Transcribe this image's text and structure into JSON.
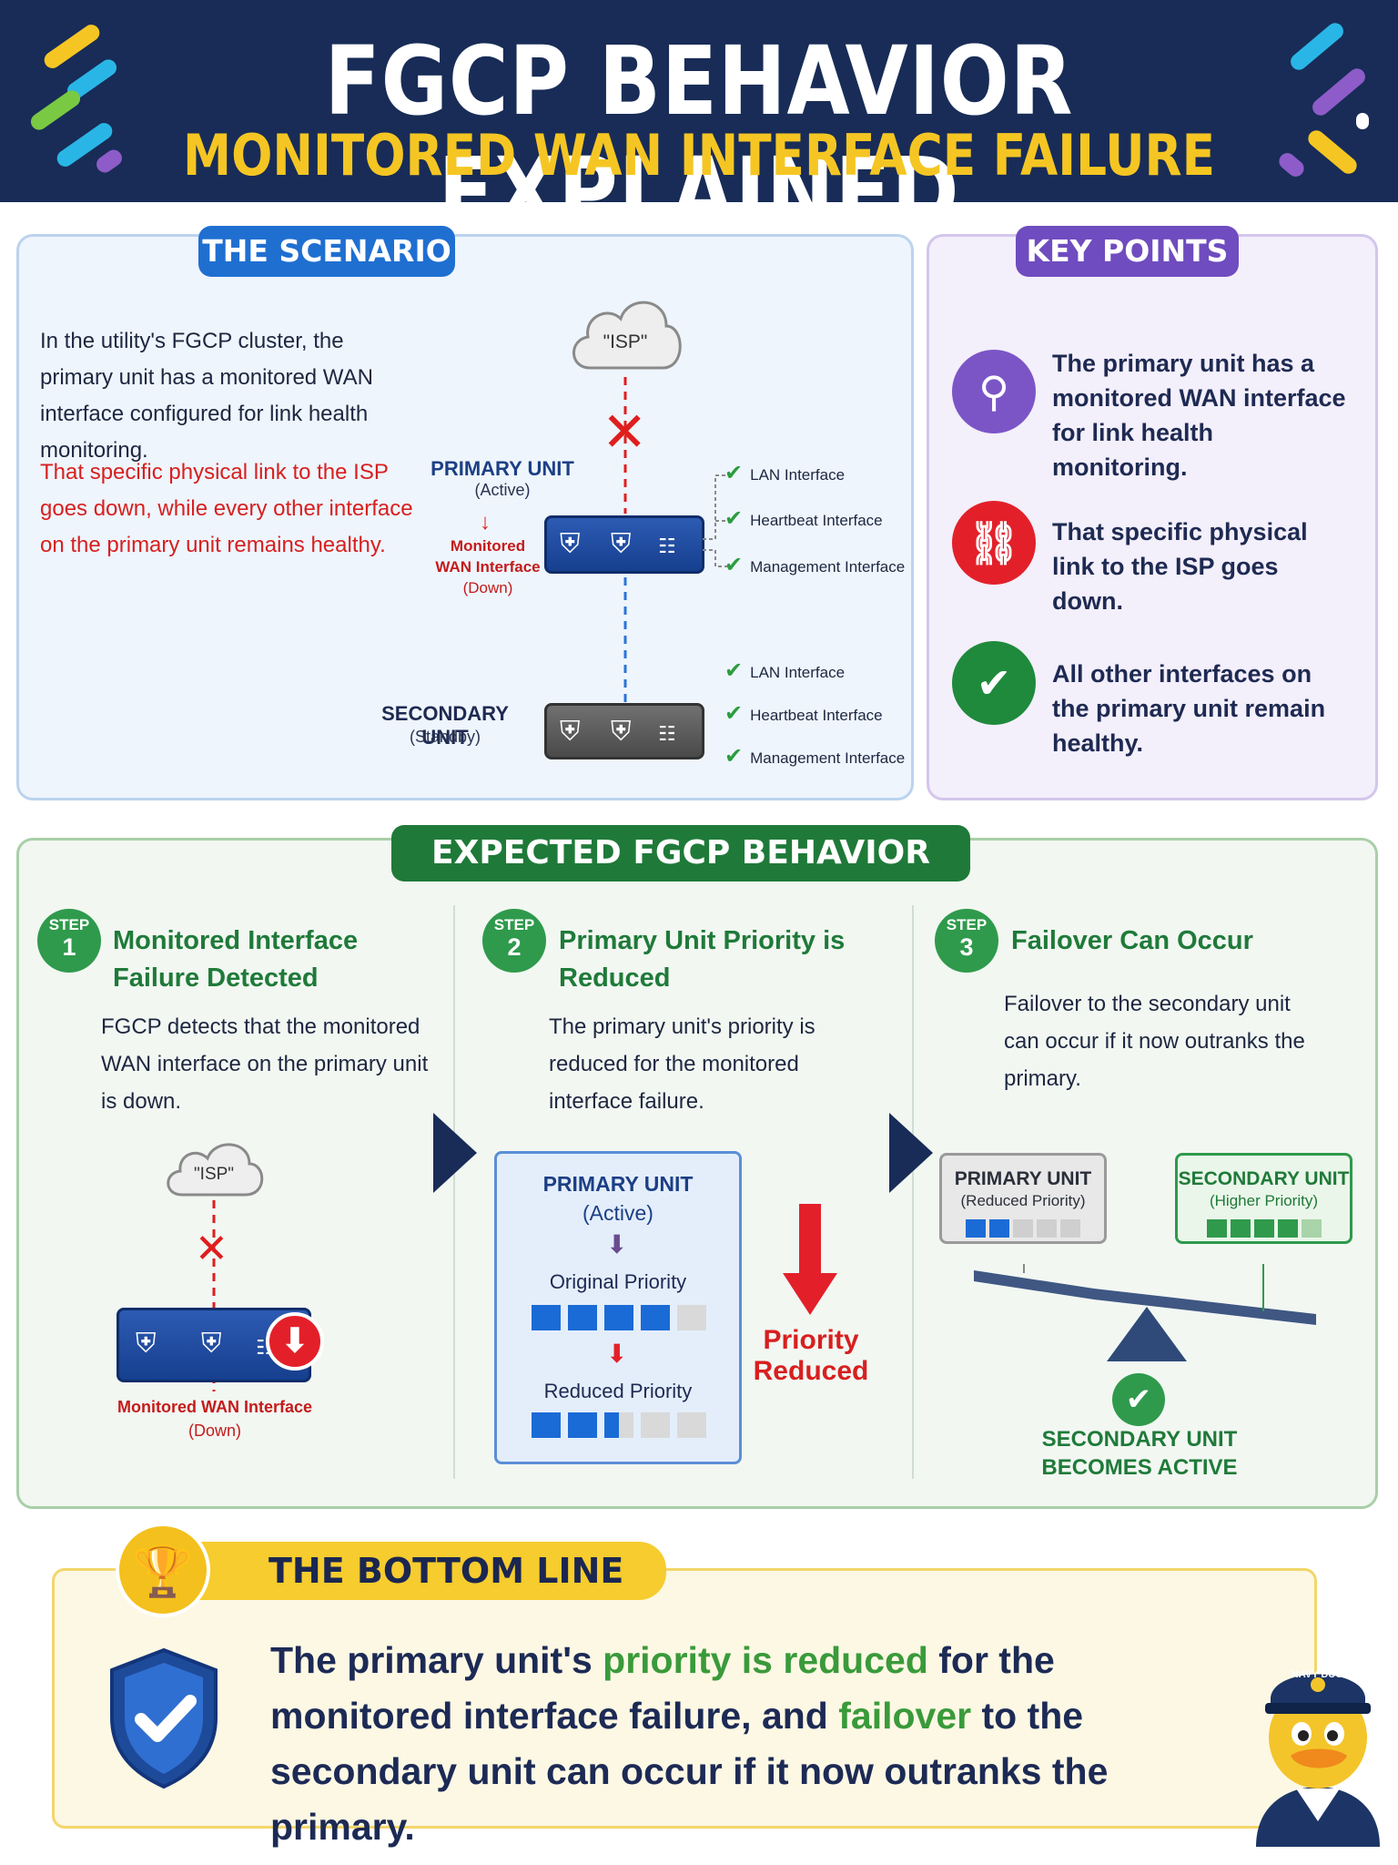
{
  "header": {
    "title": "FGCP BEHAVIOR EXPLAINED",
    "subtitle": "MONITORED WAN INTERFACE FAILURE"
  },
  "scenario": {
    "heading": "THE SCENARIO",
    "intro": "In the utility's FGCP cluster, the primary unit has a monitored WAN interface configured for link health monitoring.",
    "problem": "That specific physical link to the ISP goes down, while every other interface on the primary unit remains healthy.",
    "cloud_label": "\"ISP\"",
    "primary_title": "PRIMARY UNIT",
    "primary_state": "(Active)",
    "monitored_line1": "Monitored",
    "monitored_line2": "WAN Interface",
    "monitored_line3": "(Down)",
    "secondary_title": "SECONDARY UNIT",
    "secondary_state": "(Standby)",
    "primary_interfaces": [
      "LAN Interface",
      "Heartbeat Interface",
      "Management Interface"
    ],
    "secondary_interfaces": [
      "LAN Interface",
      "Heartbeat Interface",
      "Management Interface"
    ]
  },
  "key_points": {
    "heading": "KEY POINTS",
    "items": [
      {
        "icon": "search-icon",
        "color": "#7b55c6",
        "text": "The primary unit has a monitored WAN interface for link health monitoring."
      },
      {
        "icon": "broken-link-icon",
        "color": "#e3202a",
        "text": "That specific physical link to the ISP goes down."
      },
      {
        "icon": "check-icon",
        "color": "#1f8a3c",
        "text": "All other interfaces on the primary unit remain healthy."
      }
    ]
  },
  "behavior": {
    "heading": "EXPECTED FGCP BEHAVIOR",
    "step_word": "STEP",
    "steps": [
      {
        "number": "1",
        "title": "Monitored Interface Failure Detected",
        "body": "FGCP detects that the monitored WAN interface on the primary unit is down."
      },
      {
        "number": "2",
        "title": "Primary Unit Priority is Reduced",
        "body": "The primary unit's priority is reduced for the monitored interface failure."
      },
      {
        "number": "3",
        "title": "Failover Can Occur",
        "body": "Failover to the secondary unit can occur if it now outranks the primary."
      }
    ],
    "step1_cloud": "\"ISP\"",
    "step1_caption1": "Monitored WAN Interface",
    "step1_caption2": "(Down)",
    "step2_unit": "PRIMARY UNIT",
    "step2_state": "(Active)",
    "original_priority": "Original Priority",
    "reduced_priority": "Reduced Priority",
    "original_level": 4,
    "reduced_level": 2.5,
    "priority_max": 5,
    "priority_reduced_1": "Priority",
    "priority_reduced_2": "Reduced",
    "step3_primary": "PRIMARY UNIT",
    "step3_primary_sub": "(Reduced Priority)",
    "step3_primary_level": 2,
    "step3_secondary": "SECONDARY UNIT",
    "step3_secondary_sub": "(Higher Priority)",
    "step3_secondary_level": 4,
    "result_1": "SECONDARY UNIT",
    "result_2": "BECOMES ACTIVE"
  },
  "bottom_line": {
    "heading": "THE BOTTOM LINE",
    "part1": "The primary unit's ",
    "highlight1": "priority is reduced",
    "part2": " for the monitored interface failure, and ",
    "highlight2": "failover",
    "part3": " to the secondary unit can occur if it now outranks the primary.",
    "mascot_hat": "NAVY DUCK"
  },
  "colors": {
    "navy": "#182c57",
    "gold": "#f5c623",
    "blue": "#1f6fd1",
    "purple": "#6f4cbf",
    "green": "#1f7a39",
    "red": "#d81f1f"
  }
}
